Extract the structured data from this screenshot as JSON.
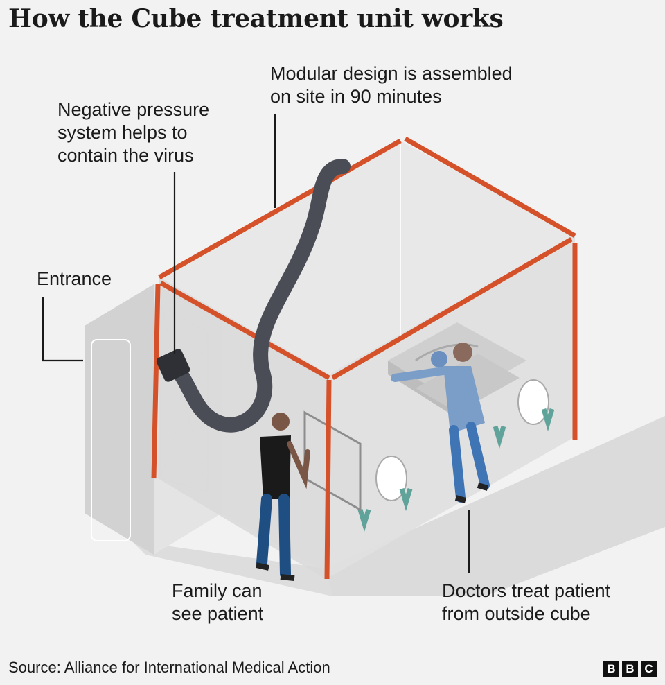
{
  "title": "How the Cube treatment unit works",
  "labels": {
    "modular": [
      "Modular design is assembled",
      "on site in 90 minutes"
    ],
    "negative_pressure": [
      "Negative pressure",
      "system helps to",
      "contain the virus"
    ],
    "entrance": [
      "Entrance"
    ],
    "family": [
      "Family can",
      "see patient"
    ],
    "doctors": [
      "Doctors treat patient",
      "from outside cube"
    ]
  },
  "source": "Source: Alliance for International Medical Action",
  "logo": [
    "B",
    "B",
    "C"
  ],
  "colors": {
    "frame": "#d4512a",
    "hose": "#4a4d55",
    "background": "#f2f2f2"
  }
}
